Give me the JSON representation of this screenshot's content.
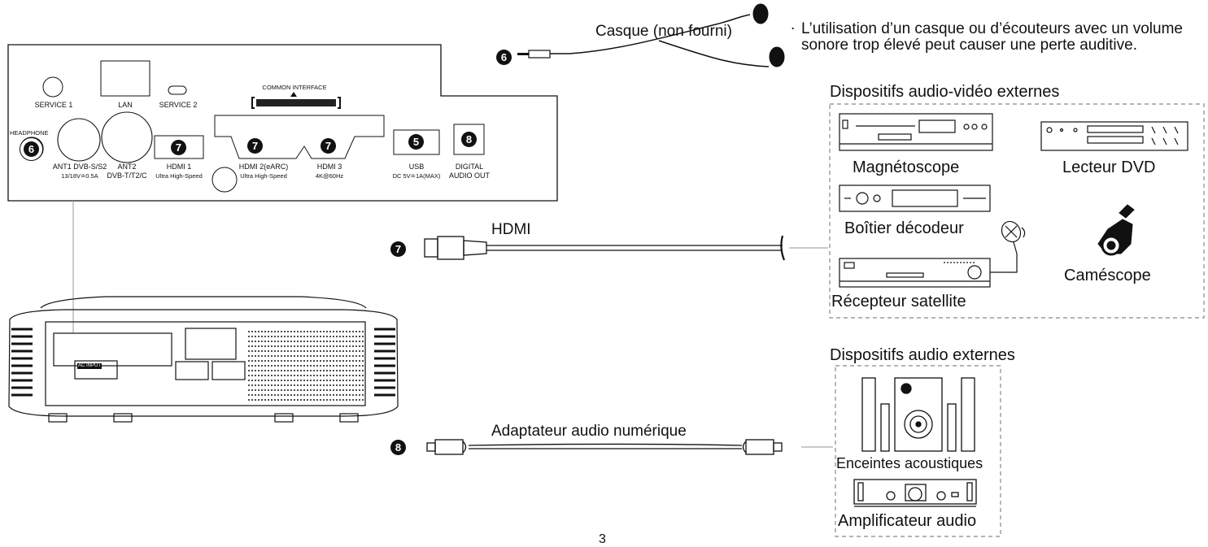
{
  "panel": {
    "common_interface": "COMMON INTERFACE",
    "headphone": "HEADPHONE",
    "ports": {
      "service1": "SERVICE 1",
      "lan": "LAN",
      "service2": "SERVICE 2",
      "ant1_line1": "ANT1 DVB-S/S2",
      "ant1_line2": "13/18V≐0.5A",
      "ant2_line1": "ANT2",
      "ant2_line2": "DVB-T/T2/C",
      "hdmi1_line1": "HDMI 1",
      "hdmi1_line2": "Ultra High-Speed",
      "hdmi2_line1": "HDMI 2(eARC)",
      "hdmi2_line2": "Ultra High-Speed",
      "hdmi3_line1": "HDMI 3",
      "hdmi3_line2": "4K@60Hz",
      "usb_line1": "USB",
      "usb_line2": "DC 5V≐1A(MAX)",
      "digital_line1": "DIGITAL",
      "digital_line2": "AUDIO OUT"
    },
    "ac_input": "AC INPUT"
  },
  "badges": {
    "headphone": "6",
    "hdmi": "7",
    "usb": "5",
    "optical": "8"
  },
  "cables": {
    "headphones": "Casque (non fourni)",
    "hdmi": "HDMI",
    "optical": "Adaptateur audio numérique"
  },
  "warning": {
    "bullet": ".",
    "text": "L’utilisation d’un casque ou d’écouteurs avec un volume sonore trop élevé peut causer une perte auditive."
  },
  "groups": {
    "av_title": "Dispositifs audio-vidéo externes",
    "audio_title": "Dispositifs audio externes"
  },
  "devices": {
    "vcr": "Magnétoscope",
    "dvd": "Lecteur DVD",
    "stb": "Boîtier décodeur",
    "sat": "Récepteur satellite",
    "cam": "Caméscope",
    "speakers": "Enceintes acoustiques",
    "amp": "Amplificateur audio"
  },
  "page_number": "3",
  "colors": {
    "line": "#111111",
    "dashed": "#888888",
    "connector": "#aaaaaa"
  }
}
